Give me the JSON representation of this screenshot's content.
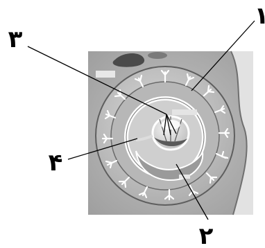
{
  "labels": {
    "label_1": "١",
    "label_2": "٢",
    "label_3": "٣",
    "label_4": "۴"
  },
  "colors": {
    "background": "#ffffff",
    "tissue": "#a9a9a9",
    "ink": "#000000"
  }
}
